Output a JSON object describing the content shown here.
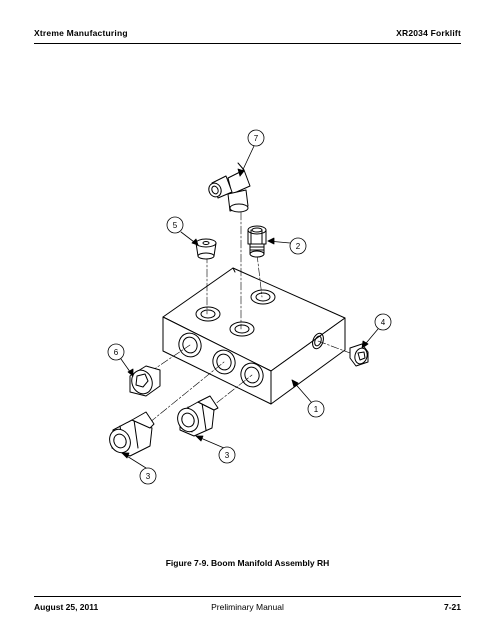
{
  "header": {
    "left": "Xtreme Manufacturing",
    "right": "XR2034 Forklift"
  },
  "caption": "Figure 7-9.  Boom Manifold Assembly RH",
  "footer": {
    "left": "August 25, 2011",
    "center": "Preliminary Manual",
    "right": "7-21"
  },
  "callouts": {
    "c1": "1",
    "c2": "2",
    "c3a": "3",
    "c3b": "3",
    "c4": "4",
    "c5": "5",
    "c6": "6",
    "c7": "7"
  }
}
